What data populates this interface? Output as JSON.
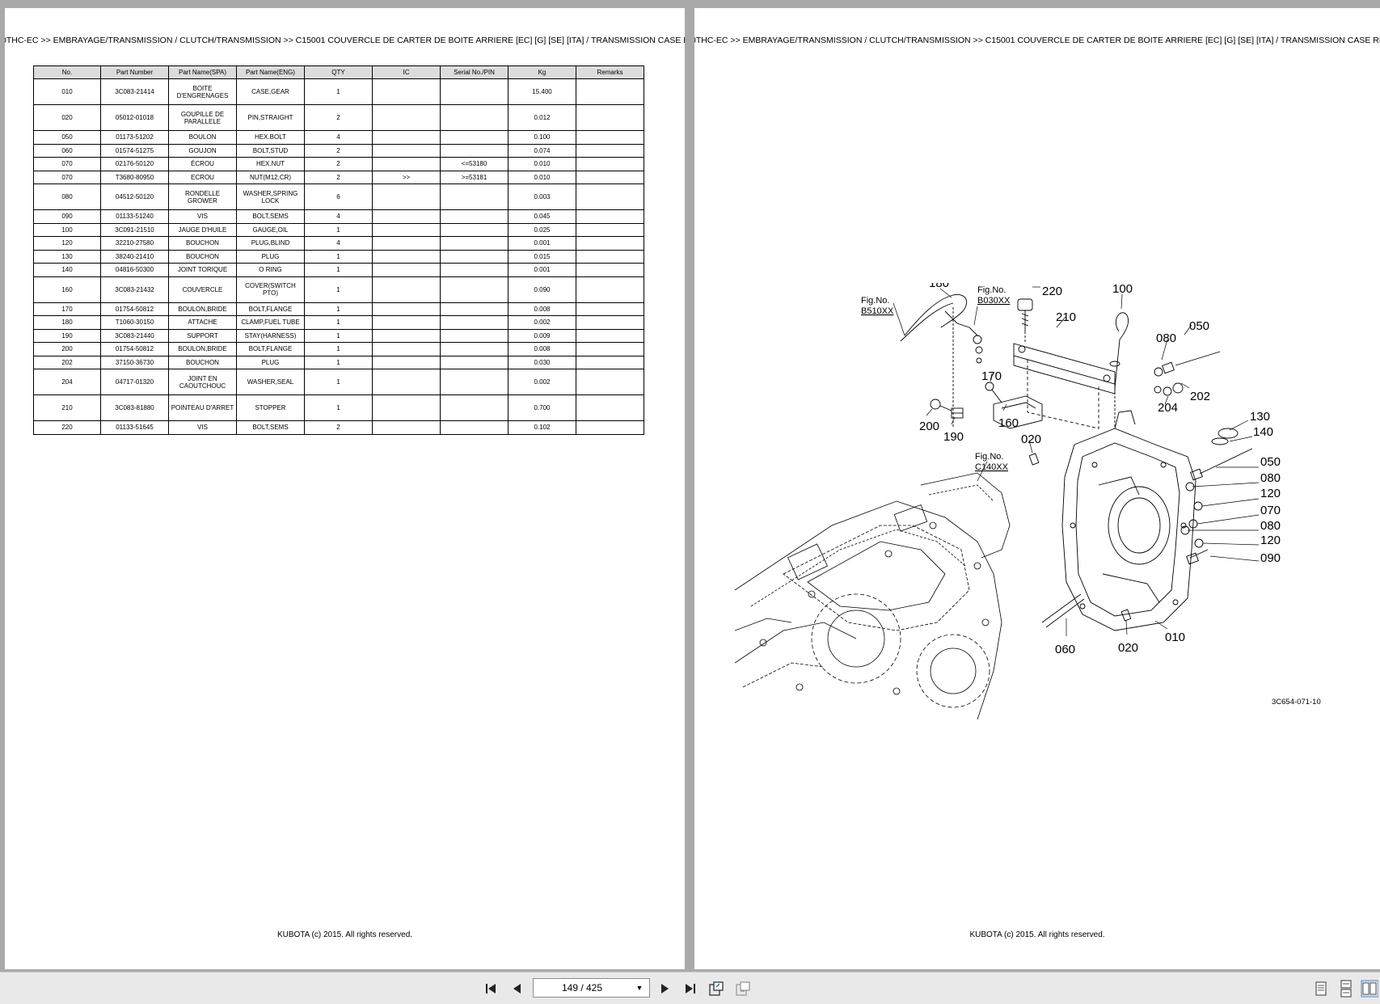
{
  "document": {
    "left_page": {
      "header": "0THC-EC >> EMBRAYAGE/TRANSMISSION / CLUTCH/TRANSMISSION >> C15001    COUVERCLE DE CARTER DE BOITE ARRIERE [EC] [G] [SE] [ITA] / TRANSMISSION CASE REA",
      "footer": "KUBOTA (c) 2015. All rights reserved."
    },
    "right_page": {
      "header": "0THC-EC >> EMBRAYAGE/TRANSMISSION / CLUTCH/TRANSMISSION >> C15001    COUVERCLE DE CARTER DE BOITE ARRIERE [EC] [G] [SE] [ITA] / TRANSMISSION CASE REA",
      "footer": "KUBOTA (c) 2015. All rights reserved.",
      "drawing_code": "3C654-071-10"
    }
  },
  "parts_table": {
    "columns": [
      "No.",
      "Part Number",
      "Part Name(SPA)",
      "Part Name(ENG)",
      "QTY",
      "IC",
      "Serial No./PIN",
      "Kg",
      "Remarks"
    ],
    "rows": [
      {
        "no": "010",
        "pn": "3C083-21414",
        "spa": "BOITE D'ENGRENAGES",
        "eng": "CASE,GEAR",
        "qty": "1",
        "ic": "",
        "sn": "",
        "kg": "15.400",
        "rm": ""
      },
      {
        "no": "020",
        "pn": "05012-01018",
        "spa": "GOUPILLE DE PARALLELE",
        "eng": "PIN,STRAIGHT",
        "qty": "2",
        "ic": "",
        "sn": "",
        "kg": "0.012",
        "rm": ""
      },
      {
        "no": "050",
        "pn": "01173-51202",
        "spa": "BOULON",
        "eng": "HEX.BOLT",
        "qty": "4",
        "ic": "",
        "sn": "",
        "kg": "0.100",
        "rm": ""
      },
      {
        "no": "060",
        "pn": "01574-51275",
        "spa": "GOUJON",
        "eng": "BOLT,STUD",
        "qty": "2",
        "ic": "",
        "sn": "",
        "kg": "0.074",
        "rm": ""
      },
      {
        "no": "070",
        "pn": "02176-50120",
        "spa": "ÉCROU",
        "eng": "HEX.NUT",
        "qty": "2",
        "ic": "",
        "sn": "<=53180",
        "kg": "0.010",
        "rm": ""
      },
      {
        "no": "070",
        "pn": "T3680-80950",
        "spa": "ECROU",
        "eng": "NUT(M12,CR)",
        "qty": "2",
        "ic": ">>",
        "sn": ">=53181",
        "kg": "0.010",
        "rm": ""
      },
      {
        "no": "080",
        "pn": "04512-50120",
        "spa": "RONDELLE GROWER",
        "eng": "WASHER,SPRING LOCK",
        "qty": "6",
        "ic": "",
        "sn": "",
        "kg": "0.003",
        "rm": ""
      },
      {
        "no": "090",
        "pn": "01133-51240",
        "spa": "VIS",
        "eng": "BOLT,SEMS",
        "qty": "4",
        "ic": "",
        "sn": "",
        "kg": "0.045",
        "rm": ""
      },
      {
        "no": "100",
        "pn": "3C091-21510",
        "spa": "JAUGE D'HUILE",
        "eng": "GAUGE,OIL",
        "qty": "1",
        "ic": "",
        "sn": "",
        "kg": "0.025",
        "rm": ""
      },
      {
        "no": "120",
        "pn": "32210-27580",
        "spa": "BOUCHON",
        "eng": "PLUG,BLIND",
        "qty": "4",
        "ic": "",
        "sn": "",
        "kg": "0.001",
        "rm": ""
      },
      {
        "no": "130",
        "pn": "38240-21410",
        "spa": "BOUCHON",
        "eng": "PLUG",
        "qty": "1",
        "ic": "",
        "sn": "",
        "kg": "0.015",
        "rm": ""
      },
      {
        "no": "140",
        "pn": "04816-50300",
        "spa": "JOINT TORIQUE",
        "eng": "O RING",
        "qty": "1",
        "ic": "",
        "sn": "",
        "kg": "0.001",
        "rm": ""
      },
      {
        "no": "160",
        "pn": "3C083-21432",
        "spa": "COUVERCLE",
        "eng": "COVER(SWITCH PTO)",
        "qty": "1",
        "ic": "",
        "sn": "",
        "kg": "0.090",
        "rm": ""
      },
      {
        "no": "170",
        "pn": "01754-50812",
        "spa": "BOULON,BRIDE",
        "eng": "BOLT,FLANGE",
        "qty": "1",
        "ic": "",
        "sn": "",
        "kg": "0.008",
        "rm": ""
      },
      {
        "no": "180",
        "pn": "T1060-30150",
        "spa": "ATTACHE",
        "eng": "CLAMP,FUEL TUBE",
        "qty": "1",
        "ic": "",
        "sn": "",
        "kg": "0.002",
        "rm": ""
      },
      {
        "no": "190",
        "pn": "3C083-21440",
        "spa": "SUPPORT",
        "eng": "STAY(HARNESS)",
        "qty": "1",
        "ic": "",
        "sn": "",
        "kg": "0.009",
        "rm": ""
      },
      {
        "no": "200",
        "pn": "01754-50812",
        "spa": "BOULON,BRIDE",
        "eng": "BOLT,FLANGE",
        "qty": "1",
        "ic": "",
        "sn": "",
        "kg": "0.008",
        "rm": ""
      },
      {
        "no": "202",
        "pn": "37150-36730",
        "spa": "BOUCHON",
        "eng": "PLUG",
        "qty": "1",
        "ic": "",
        "sn": "",
        "kg": "0.030",
        "rm": ""
      },
      {
        "no": "204",
        "pn": "04717-01320",
        "spa": "JOINT EN CAOUTCHOUC",
        "eng": "WASHER,SEAL",
        "qty": "1",
        "ic": "",
        "sn": "",
        "kg": "0.002",
        "rm": ""
      },
      {
        "no": "210",
        "pn": "3C083-81880",
        "spa": "POINTEAU D'ARRET",
        "eng": "STOPPER",
        "qty": "1",
        "ic": "",
        "sn": "",
        "kg": "0.700",
        "rm": ""
      },
      {
        "no": "220",
        "pn": "01133-51645",
        "spa": "VIS",
        "eng": "BOLT,SEMS",
        "qty": "2",
        "ic": "",
        "sn": "",
        "kg": "0.102",
        "rm": ""
      }
    ]
  },
  "diagram": {
    "fig_refs": [
      {
        "line1": "Fig.No.",
        "line2": "B510XX"
      },
      {
        "line1": "Fig.No.",
        "line2": "B030XX"
      },
      {
        "line1": "Fig.No.",
        "line2": "C140XX"
      }
    ],
    "callouts": [
      "180",
      "220",
      "100",
      "210",
      "050",
      "080",
      "170",
      "202",
      "204",
      "160",
      "200",
      "190",
      "020",
      "130",
      "140",
      "050",
      "080",
      "120",
      "070",
      "080",
      "120",
      "090",
      "010",
      "060",
      "020"
    ]
  },
  "toolbar": {
    "page_indicator": "149 / 425",
    "icons": {
      "first": "first-page-icon",
      "prev": "previous-page-icon",
      "next": "next-page-icon",
      "last": "last-page-icon",
      "dropdown": "chevron-down-icon",
      "fit_page": "fit-page-icon",
      "fit_width": "fit-width-icon",
      "single": "single-page-view-icon",
      "continuous": "continuous-view-icon",
      "two_page": "two-page-view-icon"
    }
  }
}
